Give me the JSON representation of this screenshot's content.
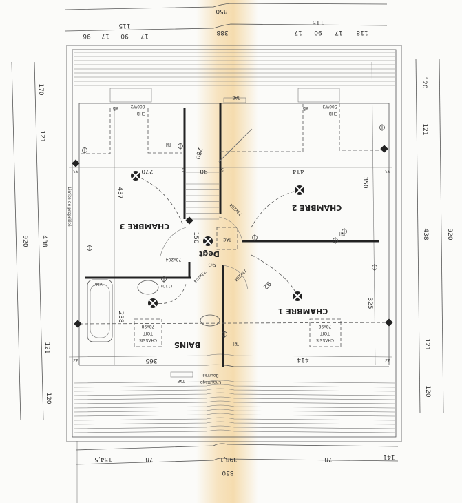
{
  "top_dims": {
    "total": "850",
    "middle": "388",
    "left": [
      "96",
      "17",
      "90",
      "115",
      "17"
    ],
    "right": [
      "17",
      "90",
      "115",
      "17",
      "118"
    ]
  },
  "bottom_dims": {
    "total": "850",
    "parts": [
      "154,5",
      "78",
      "398,1",
      "78",
      "141"
    ]
  },
  "left_dims": {
    "total": "920",
    "parts": [
      "170",
      "121",
      "438",
      "121",
      "120"
    ],
    "note": "Limite de propriété"
  },
  "right_dims": {
    "total": "920",
    "parts": [
      "120",
      "121",
      "438",
      "121",
      "120"
    ]
  },
  "rooms": {
    "chambre3": "CHAMBRE 3",
    "chambre2": "CHAMBRE 2",
    "chambre1": "CHAMBRE 1",
    "bains": "BAINS",
    "degt": "Degt"
  },
  "labels": {
    "tae_top": "TAE",
    "tae_bottom": "TAE",
    "ehb_left": "EHB",
    "ehb_left_w": "600W2",
    "vb_left": "VB",
    "ehb_right": "EHB",
    "ehb_right_w": "500W3",
    "vb_right": "VB",
    "tel1": "Tél",
    "tel2": "Tél",
    "tel3": "Tél",
    "vmc": "VMC",
    "lav": "(110)",
    "tac": "TAC",
    "chassis": "CHASSIS",
    "toit": "TOIT",
    "chassis_size": "78x98",
    "gaine1": "Bourres",
    "gaine2": "Chauffage"
  },
  "room_dims": {
    "c3_w": "270",
    "c3_h": "437",
    "c2_w": "414",
    "c2_h": "350",
    "c1_w": "414",
    "c1_h": "325",
    "b_w": "365",
    "b_h": "238",
    "degt_h": "150",
    "degt_w": "90",
    "stair": "280",
    "stair_w": "90",
    "door": "73x204",
    "door_c1": "92",
    "wall": "5",
    "eave": "33"
  }
}
